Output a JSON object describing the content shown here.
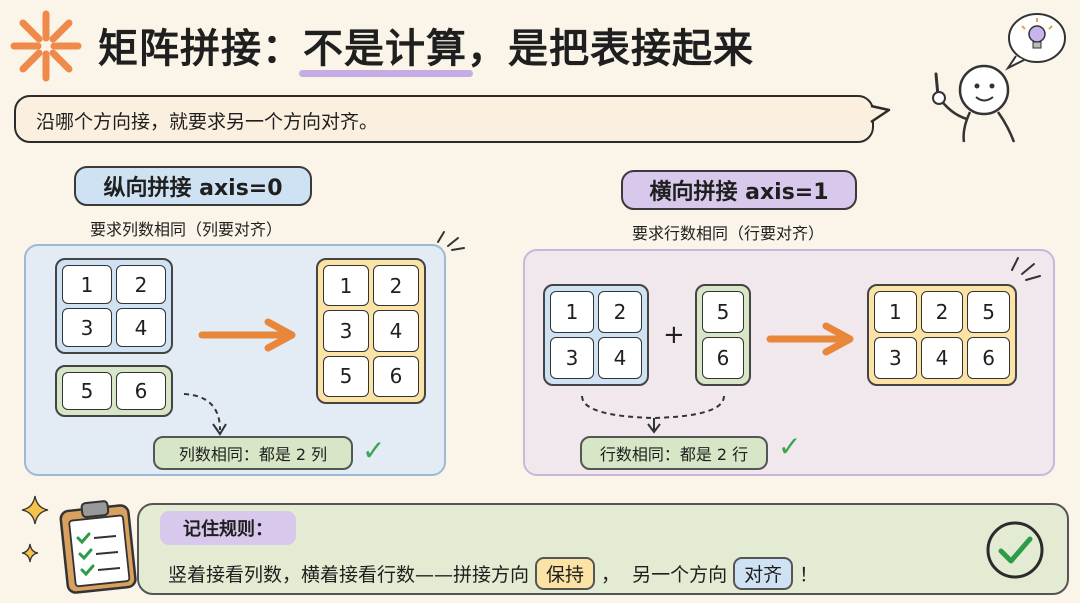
{
  "header": {
    "title_prefix": "矩阵拼接：",
    "title_highlight": "不是计算",
    "title_suffix": "，是把表接起来"
  },
  "intro": "沿哪个方向接，就要求另一个方向对齐。",
  "vertical": {
    "tag": "纵向拼接 axis=0",
    "subtitle": "要求列数相同（列要对齐）",
    "matrix_a": [
      "1",
      "2",
      "3",
      "4"
    ],
    "matrix_b": [
      "5",
      "6"
    ],
    "result": [
      "1",
      "2",
      "3",
      "4",
      "5",
      "6"
    ],
    "note": "列数相同：都是 2 列"
  },
  "horizontal": {
    "tag": "横向拼接 axis=1",
    "subtitle": "要求行数相同（行要对齐）",
    "matrix_a": [
      "1",
      "2",
      "3",
      "4"
    ],
    "plus": "+",
    "matrix_b": [
      "5",
      "6"
    ],
    "result": [
      "1",
      "2",
      "5",
      "3",
      "4",
      "6"
    ],
    "note": "行数相同：都是 2 行"
  },
  "rule": {
    "tag": "记住规则：",
    "text_1": "竖着接看列数，横着接看行数——拼接方向",
    "kw_1": "保持",
    "text_2": "，  另一个方向",
    "kw_2": "对齐",
    "text_3": "！"
  },
  "colors": {
    "blue": "#cfe2f3",
    "green": "#d7e6c6",
    "yellow": "#fbe3a6",
    "purple": "#d8c9ec",
    "orange": "#e8863a",
    "check": "#3aa651"
  }
}
